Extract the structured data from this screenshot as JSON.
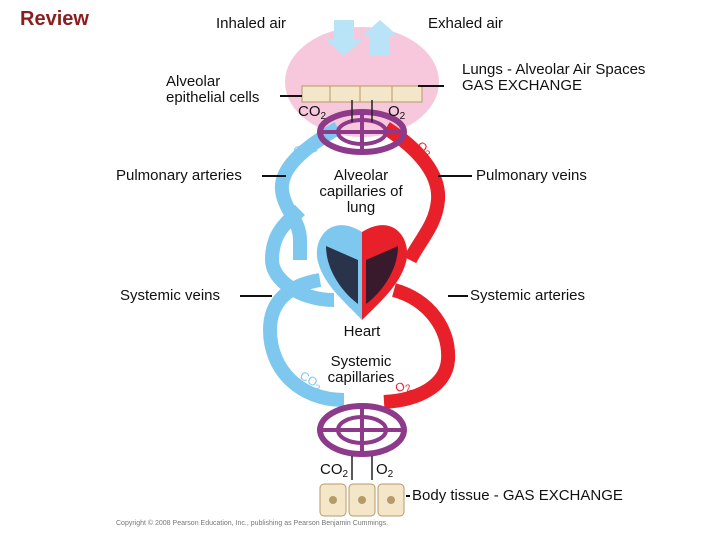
{
  "title": "Review",
  "labels": {
    "inhaled_air": "Inhaled air",
    "exhaled_air": "Exhaled air",
    "alveolar_epithelial_1": "Alveolar",
    "alveolar_epithelial_2": "epithelial cells",
    "lungs_1": "Lungs - Alveolar Air Spaces",
    "lungs_2": "GAS EXCHANGE",
    "pulmonary_arteries": "Pulmonary arteries",
    "pulmonary_veins": "Pulmonary veins",
    "alveolar_cap_1": "Alveolar",
    "alveolar_cap_2": "capillaries of",
    "alveolar_cap_3": "lung",
    "systemic_veins": "Systemic veins",
    "systemic_arteries": "Systemic arteries",
    "heart": "Heart",
    "systemic_cap_1": "Systemic",
    "systemic_cap_2": "capillaries",
    "body_tissue": "Body tissue - GAS EXCHANGE",
    "co2": "CO",
    "o2": "O",
    "sub2": "2"
  },
  "copyright": "Copyright © 2008 Pearson Education, Inc., publishing as Pearson Benjamin Cummings.",
  "colors": {
    "title": "#8b1d1d",
    "deoxygenated": "#7ec8ef",
    "oxygenated": "#e8202a",
    "capillary": "#8e3a8a",
    "lung_fill": "#f7c8dc",
    "air_arrow": "#b9e3f7",
    "heart_dark": "#1a1a2e"
  }
}
